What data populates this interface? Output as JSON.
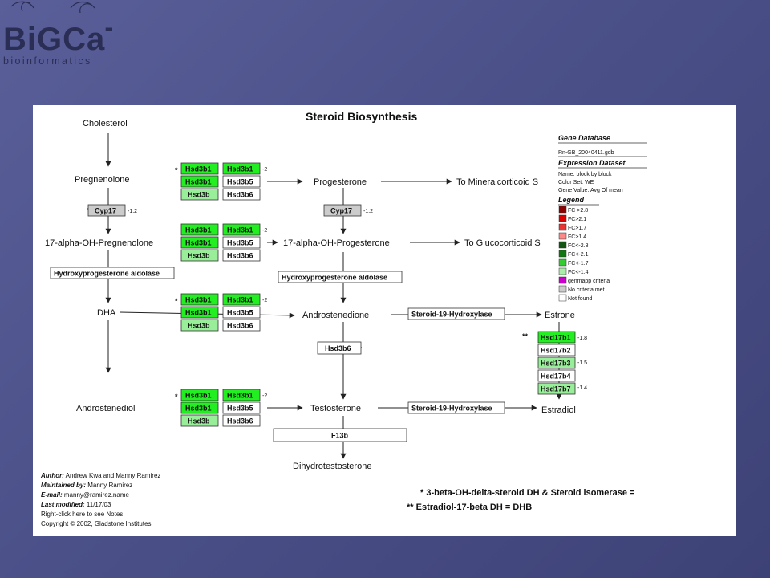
{
  "logo": {
    "name": "BiGCaT",
    "subtitle": "bioinformatics"
  },
  "diagram": {
    "title": "Steroid Biosynthesis",
    "metabolites": {
      "cholesterol": "Cholesterol",
      "pregnenolone": "Pregnenolone",
      "progesterone": "Progesterone",
      "to_mineralocorticoid": "To Mineralcorticoid S",
      "ohpreg": "17-alpha-OH-Pregnenolone",
      "ohprog": "17-alpha-OH-Progesterone",
      "to_glucocorticoid": "To Glucocorticoid S",
      "dha": "DHA",
      "androstenedione": "Androstenedione",
      "estrone": "Estrone",
      "androstenediol": "Androstenediol",
      "testosterone": "Testosterone",
      "estradiol": "Estradiol",
      "dht": "Dihydrotestosterone"
    },
    "genes": {
      "cyp17": "Cyp17",
      "hsd3b1": "Hsd3b1",
      "hsd3b5": "Hsd3b5",
      "hsd3b": "Hsd3b",
      "hsd3b6": "Hsd3b6",
      "hsd17b1": "Hsd17b1",
      "hsd17b2": "Hsd17b2",
      "hsd17b3": "Hsd17b3",
      "hsd17b4": "Hsd17b4",
      "hsd17b7": "Hsd17b7",
      "f13b": "F13b"
    },
    "enzyme_labels": {
      "aldolase": "Hydroxyprogesterone aldolase",
      "hydroxylase": "Steroid-19-Hydroxylase"
    },
    "fold_values": {
      "cyp17": "-1.2",
      "hsd3b1": "-2",
      "hsd17b1": "-1.8",
      "hsd17b3": "-1.5",
      "hsd17b7": "-1.4"
    },
    "marks": {
      "single": "*",
      "double": "**"
    },
    "colors": {
      "bright_green": "#22ee22",
      "light_green": "#99ee99",
      "up_dark": "#8b0000",
      "up_red": "#dd0000",
      "up_mid": "#ee3333",
      "up_light": "#ff8888",
      "down_dark": "#115511",
      "down_mid": "#117711",
      "down_light": "#33cc33",
      "down_pale": "#aaeeaa",
      "genmapp": "#cc00cc",
      "no_criteria": "#cccccc",
      "not_found": "#ffffff"
    }
  },
  "legend": {
    "gene_db_title": "Gene Database",
    "gene_db_value": "Rn-GB_20040411.gdb",
    "expr_title": "Expression Dataset",
    "expr_name": "Name: block by block",
    "expr_colorset": "Color Set: WE",
    "expr_value": "Gene Value: Avg Of mean",
    "legend_title": "Legend",
    "items": [
      "FC >2.8",
      "FC>2.1",
      "FC>1.7",
      "FC>1.4",
      "FC<-2.8",
      "FC<-2.1",
      "FC<-1.7",
      "FC<-1.4",
      "genmapp criteria",
      "No criteria met",
      "Not found"
    ]
  },
  "footer": {
    "author_label": "Author:",
    "author_value": " Andrew Kwa and Manny Ramirez",
    "maintained_label": "Maintained by:",
    "maintained_value": " Manny Ramirez",
    "email_label": "E-mail:",
    "email_value": " manny@ramirez.name",
    "modified_label": "Last modified:",
    "modified_value": " 11/17/03",
    "notes": "Right-click here to see Notes",
    "copyright": "Copyright © 2002, Gladstone Institutes"
  },
  "notes": {
    "note1": "* 3-beta-OH-delta-steroid DH & Steroid isomerase =",
    "note2": "** Estradiol-17-beta DH = DHB"
  }
}
